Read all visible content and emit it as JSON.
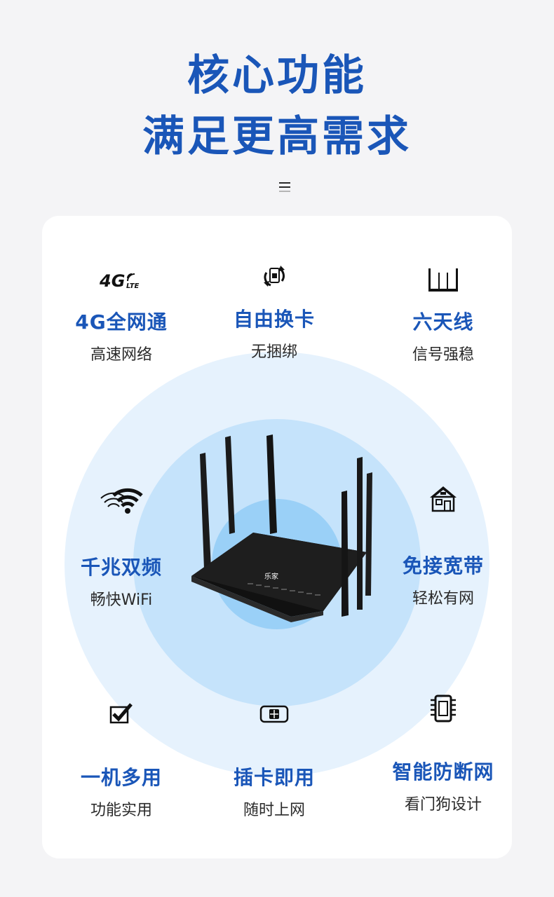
{
  "header": {
    "title_line1": "核心功能",
    "title_line2": "满足更高需求"
  },
  "router_brand": "乐家",
  "features": [
    {
      "title": "4G全网通",
      "desc": "高速网络",
      "icon": "4g-lte-icon",
      "icon_text": "4G",
      "icon_sub": "LTE"
    },
    {
      "title": "自由换卡",
      "desc": "无捆绑",
      "icon": "sim-swap-icon"
    },
    {
      "title": "六天线",
      "desc": "信号强稳",
      "icon": "antenna-icon"
    },
    {
      "title": "千兆双频",
      "desc": "畅快WiFi",
      "icon": "dual-wifi-icon"
    },
    {
      "title": "免接宽带",
      "desc": "轻松有网",
      "icon": "house-icon"
    },
    {
      "title": "一机多用",
      "desc": "功能实用",
      "icon": "checkbox-icon"
    },
    {
      "title": "插卡即用",
      "desc": "随时上网",
      "icon": "sim-card-icon"
    },
    {
      "title": "智能防断网",
      "desc": "看门狗设计",
      "icon": "chip-icon"
    }
  ],
  "colors": {
    "accent": "#1a56b8",
    "background": "#f4f4f6",
    "card": "#ffffff",
    "ring_outer": "#e6f2fd",
    "ring_middle": "#c5e3fb",
    "ring_inner": "#9ad0f7"
  }
}
